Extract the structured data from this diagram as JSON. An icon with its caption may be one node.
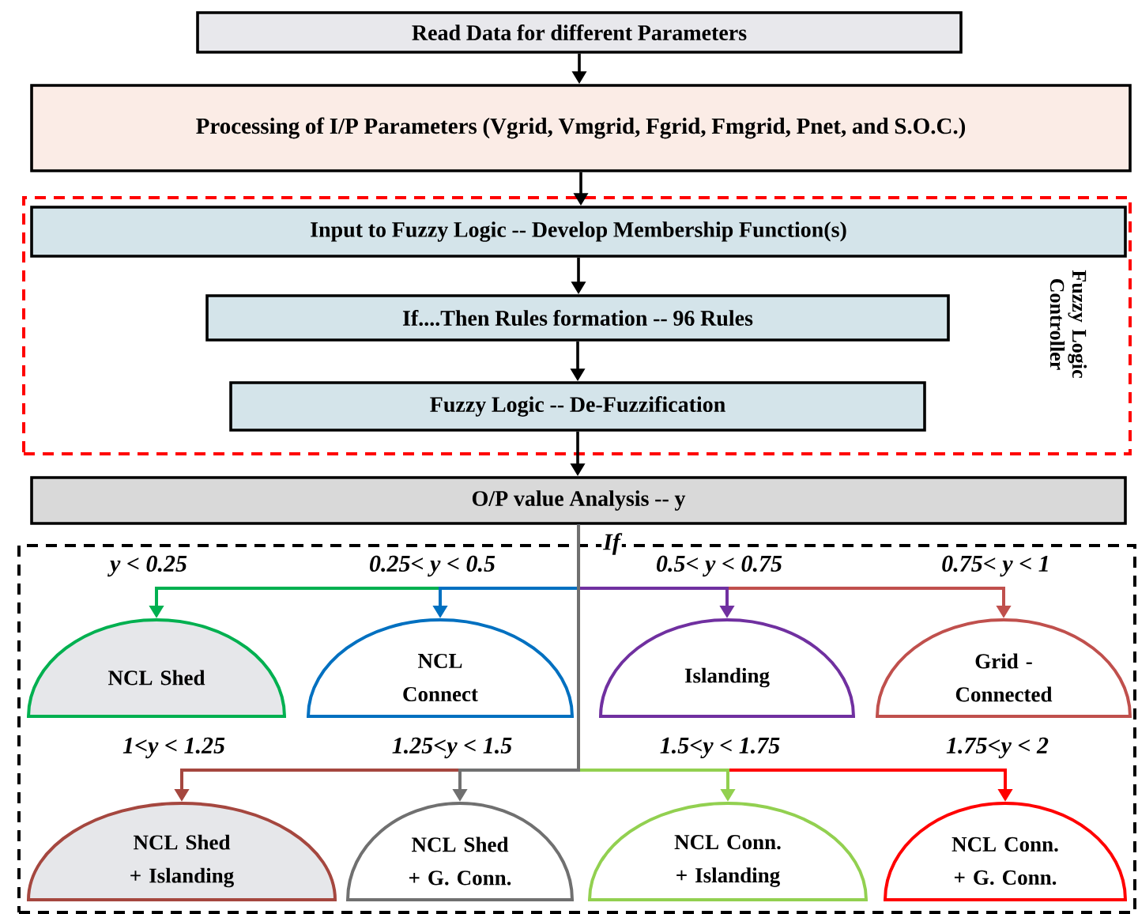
{
  "diagram": {
    "nodes": [
      {
        "text": [
          "Read Data for different Parameters"
        ]
      },
      {
        "text": [
          "Processing of I/P Parameters (Vgrid, Vmgrid, Fgrid, Fmgrid, Pnet, and S.O.C.)"
        ]
      },
      {
        "text": [
          "Fuzzy Logic Controller"
        ]
      },
      {
        "text": [
          "Input to Fuzzy Logic -- Develop Membership Function(s)"
        ],
        "in": 2
      },
      {
        "text": [
          "If....Then Rules formation -- 96 Rules"
        ],
        "in": 2
      },
      {
        "text": [
          "Fuzzy Logic -- De-Fuzzification"
        ],
        "in": 2
      },
      {
        "text": [
          "O/P value Analysis -- y"
        ]
      },
      {
        "text": [
          "If"
        ]
      },
      {
        "text": [
          "NCL Shed"
        ],
        "in": 7
      },
      {
        "text": [
          "NCL Connect"
        ],
        "in": 7
      },
      {
        "text": [
          "Islanding"
        ],
        "in": 7
      },
      {
        "text": [
          "Grid - Connected"
        ],
        "in": 7
      },
      {
        "text": [
          "NCL Shed + Islanding"
        ],
        "in": 7
      },
      {
        "text": [
          "NCL Shed + G. Conn."
        ],
        "in": 7
      },
      {
        "text": [
          "NCL Conn. + Islanding"
        ],
        "in": 7
      },
      {
        "text": [
          "NCL Conn. + G. Conn."
        ],
        "in": 7
      }
    ],
    "edges": [
      {
        "from": 0,
        "to": 1,
        "arrow": "to"
      },
      {
        "from": 1,
        "to": 3,
        "arrow": "to"
      },
      {
        "from": 3,
        "to": 4,
        "arrow": "to"
      },
      {
        "from": 4,
        "to": 5,
        "arrow": "to"
      },
      {
        "from": 5,
        "to": 6,
        "arrow": "to"
      },
      {
        "from": 6,
        "to": 8,
        "arrow": "to",
        "label": "y < 0.25",
        "color": "#00b050"
      },
      {
        "from": 6,
        "to": 9,
        "arrow": "to",
        "label": "0.25< y < 0.5",
        "color": "#0070c0"
      },
      {
        "from": 6,
        "to": 10,
        "arrow": "to",
        "label": "0.5< y < 0.75",
        "color": "#7030a0"
      },
      {
        "from": 6,
        "to": 11,
        "arrow": "to",
        "label": "0.75< y < 1",
        "color": "#c0504d"
      },
      {
        "from": 6,
        "to": 12,
        "arrow": "to",
        "label": "1<y < 1.25",
        "color": "#a5473f"
      },
      {
        "from": 6,
        "to": 13,
        "arrow": "to",
        "label": "1.25<y < 1.5",
        "color": "#707070"
      },
      {
        "from": 6,
        "to": 14,
        "arrow": "to",
        "label": "1.5<y < 1.75",
        "color": "#92d050"
      },
      {
        "from": 6,
        "to": 15,
        "arrow": "to",
        "label": "1.75<y < 2",
        "color": "#ff0000"
      }
    ]
  }
}
